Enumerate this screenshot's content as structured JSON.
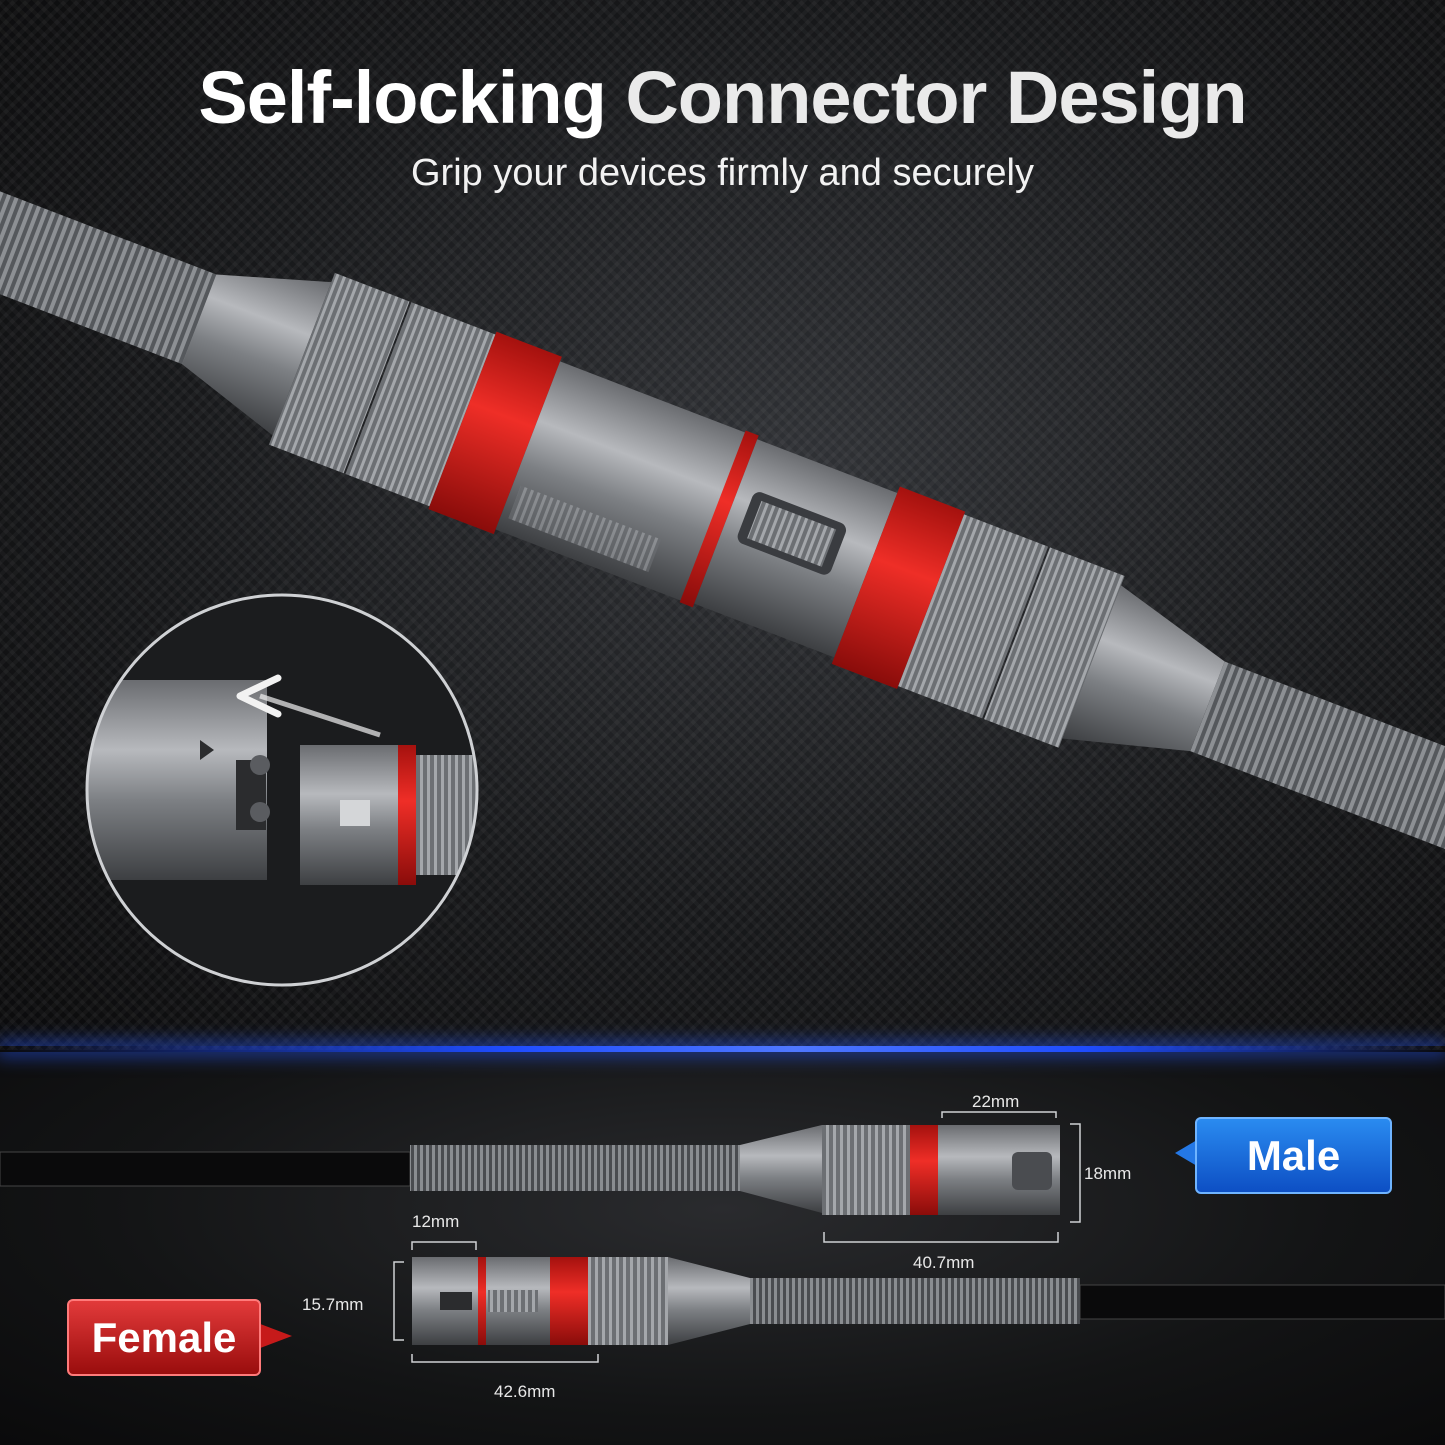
{
  "headline": {
    "part1": "Self-locking",
    "part2": "Connector Design"
  },
  "subheadline": "Grip your devices firmly and securely",
  "labels": {
    "male": "Male",
    "female": "Female"
  },
  "dimensions": {
    "male_tip_width": "22mm",
    "male_height": "18mm",
    "male_length": "40.7mm",
    "female_tip_width": "12mm",
    "female_height": "15.7mm",
    "female_length": "42.6mm"
  },
  "colors": {
    "accent_red": "#e0201c",
    "metal": "#8a8c90",
    "tag_blue": "#1a6be0",
    "tag_red": "#c61a1a",
    "divider_blue": "#1e4cff"
  }
}
